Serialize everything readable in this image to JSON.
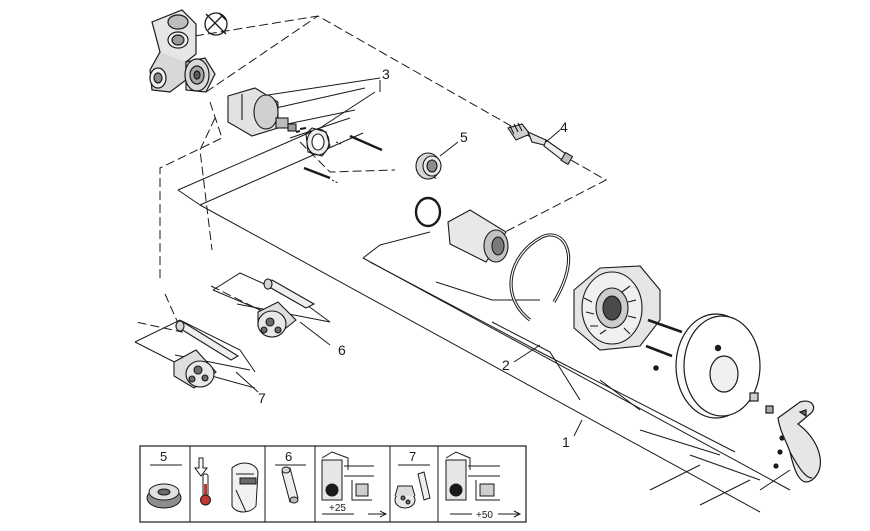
{
  "callouts": {
    "part_1": "1",
    "part_2": "2",
    "part_3": "3",
    "part_4": "4",
    "part_5": "5",
    "part_6": "6",
    "part_7": "7"
  },
  "legend": {
    "panel_5": "5",
    "panel_6a": "6",
    "panel_6b": "7",
    "dim_25": "+25",
    "dim_50": "+50"
  },
  "colors": {
    "line": "#1a1a1a",
    "fill_light": "#f2f2f2",
    "fill_mid": "#cfcfcf",
    "fill_dark": "#6b6b6b",
    "thermo_red": "#c0392b"
  }
}
